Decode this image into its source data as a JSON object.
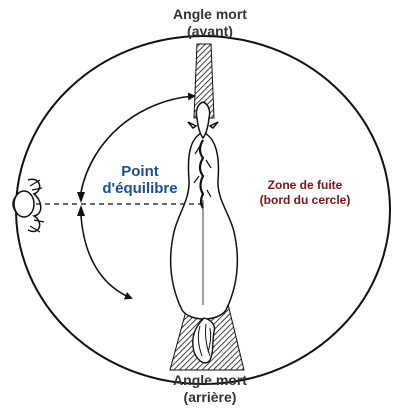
{
  "labels": {
    "blind_spot_front": {
      "line1": "Angle mort",
      "line2": "(avant)"
    },
    "blind_spot_rear": {
      "line1": "Angle mort",
      "line2": "(arrière)"
    },
    "balance_point": {
      "line1": "Point",
      "line2": "d'équilibre"
    },
    "flight_zone": {
      "line1": "Zone de fuite",
      "line2": "(bord du cercle)"
    }
  },
  "colors": {
    "balance_point_text": "#1f4e8c",
    "flight_zone_text": "#7a1414",
    "ink": "#111111",
    "title_text": "#333333"
  }
}
